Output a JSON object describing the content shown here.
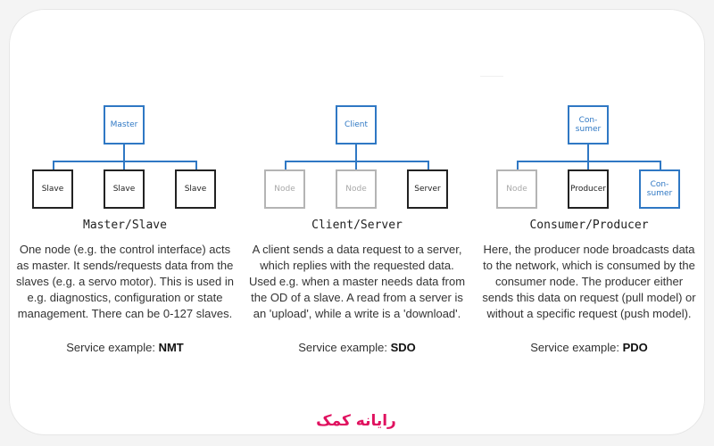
{
  "panels": [
    {
      "top_label": "Master",
      "leaves": [
        "Slave",
        "Slave",
        "Slave"
      ],
      "heading": "Master/Slave",
      "description": "One node (e.g. the control interface) acts as master. It sends/requests data from the slaves (e.g. a servo motor). This is used in e.g. diagnostics, configuration or state management. There can be 0-127 slaves.",
      "example_prefix": "Service example: ",
      "example_value": "NMT"
    },
    {
      "top_label": "Client",
      "leaves": [
        "Node",
        "Node",
        "Server"
      ],
      "heading": "Client/Server",
      "description": "A client sends a data request to a server, which replies with the requested data. Used e.g. when a master needs data from the OD of a slave. A read from a server is an 'upload', while a write is a 'download'.",
      "example_prefix": "Service example: ",
      "example_value": "SDO"
    },
    {
      "top_label": "Con-\nsumer",
      "leaves": [
        "Node",
        "Producer",
        "Con-\nsumer"
      ],
      "heading": "Consumer/Producer",
      "description": "Here, the producer node broadcasts data to the network, which is consumed by the consumer node. The producer either sends this data on request (pull model) or without a specific request (push model).",
      "example_prefix": "Service example: ",
      "example_value": "PDO"
    }
  ],
  "colors": {
    "accent_blue": "#2f78c4",
    "inactive_gray": "#b4b4b4",
    "active_black": "#222222",
    "logo_pink": "#e0115f"
  },
  "logo_text": "رایانه کمک"
}
